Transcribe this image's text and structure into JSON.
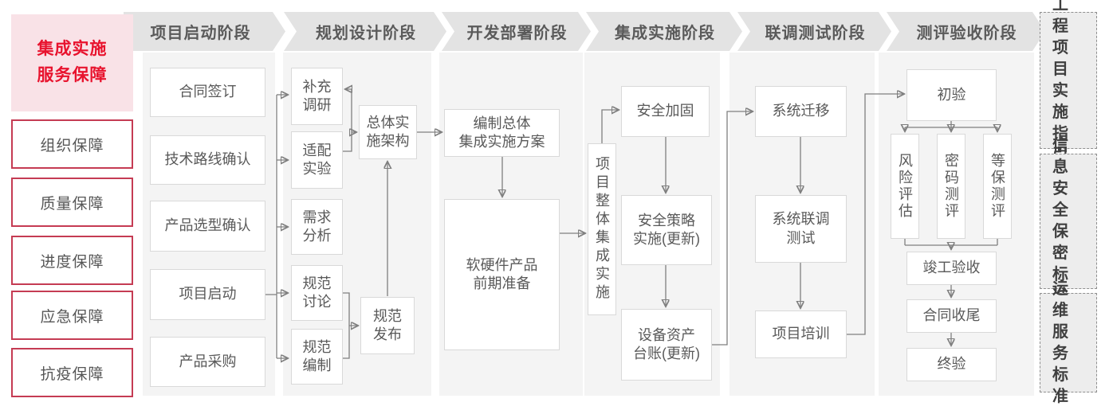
{
  "colors": {
    "accent_red": "#e8132e",
    "pink_bg": "#f9e2e7",
    "red_border": "#c53b53",
    "header_bg": "#e3e3e3",
    "column_bg": "#f4f4f4",
    "box_border": "#d9d9d9",
    "text_gray": "#595959",
    "connector": "#7f7f7f"
  },
  "sidebar": {
    "title": "集成实施\n服务保障",
    "items": [
      {
        "label": "组织保障"
      },
      {
        "label": "质量保障"
      },
      {
        "label": "进度保障"
      },
      {
        "label": "应急保障"
      },
      {
        "label": "抗疫保障"
      }
    ]
  },
  "phases": [
    {
      "label": "项目启动阶段",
      "boxes": [
        {
          "label": "合同签订"
        },
        {
          "label": "技术路线确认"
        },
        {
          "label": "产品选型确认"
        },
        {
          "label": "项目启动"
        },
        {
          "label": "产品采购"
        }
      ]
    },
    {
      "label": "规划设计阶段",
      "boxes": [
        {
          "label": "补充\n调研"
        },
        {
          "label": "适配\n实验"
        },
        {
          "label": "需求\n分析"
        },
        {
          "label": "规范\n讨论"
        },
        {
          "label": "规范\n编制"
        },
        {
          "label": "总体实\n施架构"
        },
        {
          "label": "规范\n发布"
        }
      ]
    },
    {
      "label": "开发部署阶段",
      "boxes": [
        {
          "label": "编制总体\n集成实施方案"
        },
        {
          "label": "软硬件产品\n前期准备"
        }
      ]
    },
    {
      "label": "集成实施阶段",
      "boxes": [
        {
          "label": "项目整体集成实施"
        },
        {
          "label": "安全加固"
        },
        {
          "label": "安全策略\n实施(更新)"
        },
        {
          "label": "设备资产\n台账(更新)"
        }
      ]
    },
    {
      "label": "联调测试阶段",
      "boxes": [
        {
          "label": "系统迁移"
        },
        {
          "label": "系统联调\n测试"
        },
        {
          "label": "项目培训"
        }
      ]
    },
    {
      "label": "测评验收阶段",
      "boxes": [
        {
          "label": "初验"
        },
        {
          "label": "风险评估"
        },
        {
          "label": "密码测评"
        },
        {
          "label": "等保测评"
        },
        {
          "label": "竣工验收"
        },
        {
          "label": "合同收尾"
        },
        {
          "label": "终验"
        }
      ]
    }
  ],
  "standards": [
    {
      "rows": [
        "工程",
        "项目",
        "实施",
        "指引"
      ]
    },
    {
      "rows": [
        "信息",
        "安全",
        "保密",
        "标准"
      ]
    },
    {
      "rows": [
        "运维",
        "服务",
        "标准"
      ]
    }
  ]
}
